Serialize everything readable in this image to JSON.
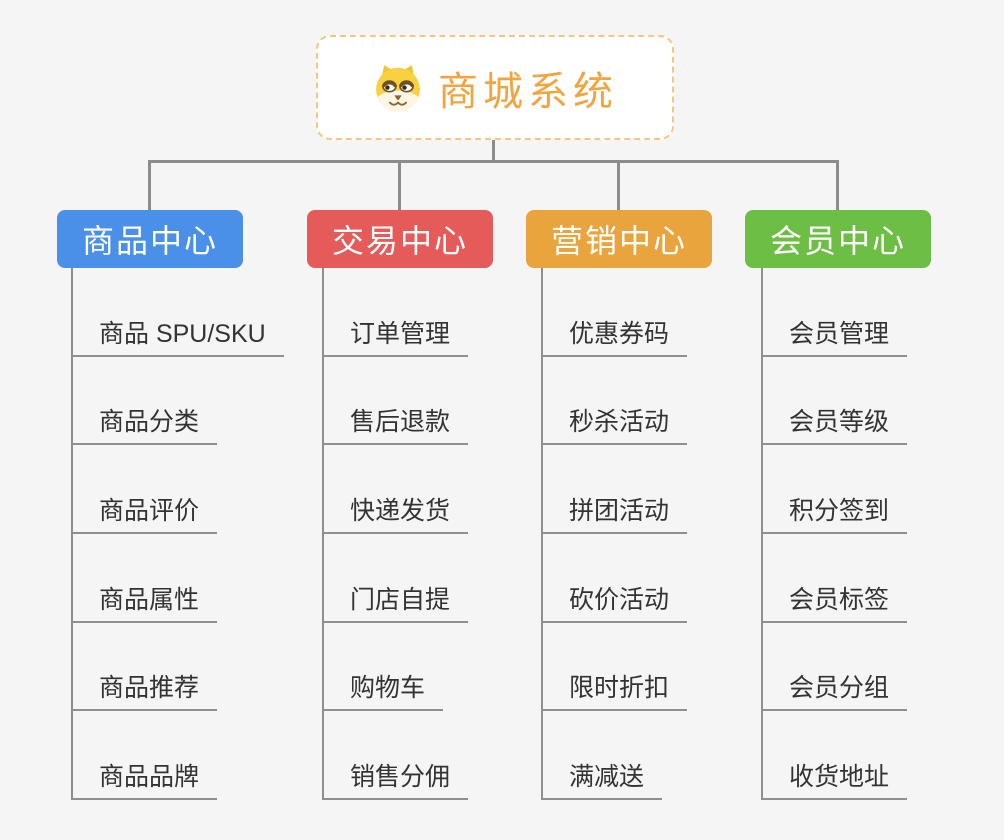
{
  "canvas": {
    "background": "#f5f5f6",
    "connector_color": "#8c8c8c",
    "underline_color": "#8f8f8f",
    "leaf_text_color": "#333333"
  },
  "root": {
    "title": "商城系统",
    "title_color": "#f0a540",
    "border_color": "#f3c87e",
    "icon": "dog-face-icon"
  },
  "branches": [
    {
      "id": "product-center",
      "label": "商品中心",
      "color": "#4a8fe8",
      "children": [
        "商品 SPU/SKU",
        "商品分类",
        "商品评价",
        "商品属性",
        "商品推荐",
        "商品品牌"
      ]
    },
    {
      "id": "trade-center",
      "label": "交易中心",
      "color": "#e45b5a",
      "children": [
        "订单管理",
        "售后退款",
        "快递发货",
        "门店自提",
        "购物车",
        "销售分佣"
      ]
    },
    {
      "id": "marketing-center",
      "label": "营销中心",
      "color": "#e9a43e",
      "children": [
        "优惠券码",
        "秒杀活动",
        "拼团活动",
        "砍价活动",
        "限时折扣",
        "满减送"
      ]
    },
    {
      "id": "member-center",
      "label": "会员中心",
      "color": "#6cbe45",
      "children": [
        "会员管理",
        "会员等级",
        "积分签到",
        "会员标签",
        "会员分组",
        "收货地址"
      ]
    }
  ]
}
